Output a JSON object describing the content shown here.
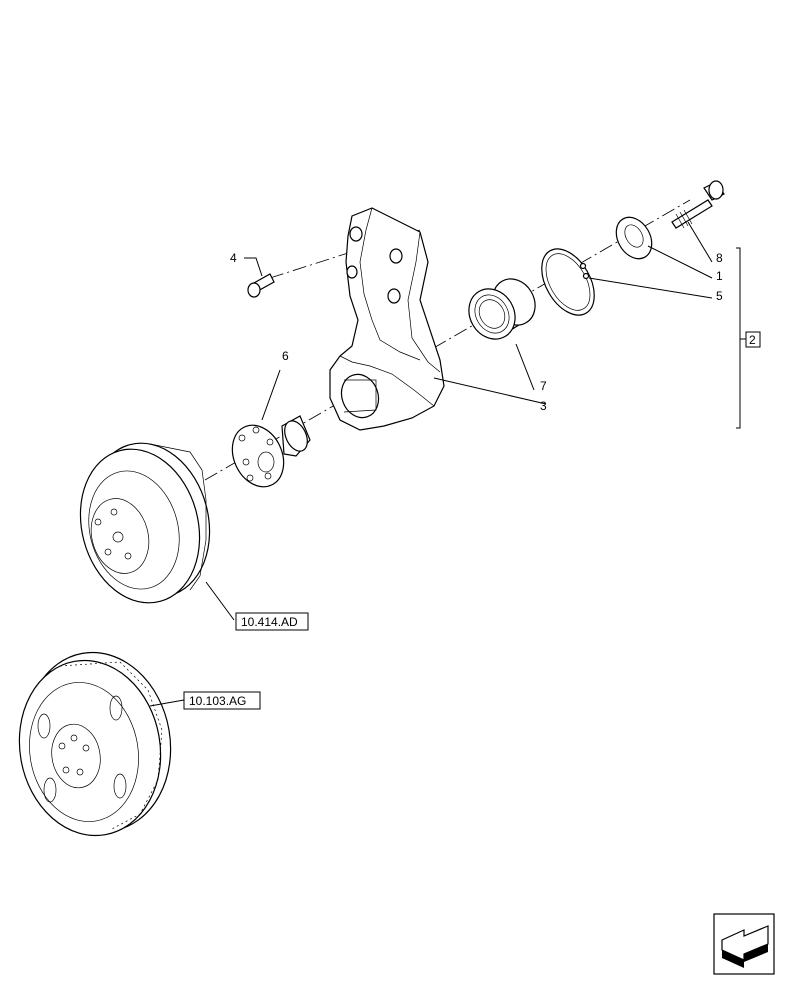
{
  "callouts": {
    "c1": "1",
    "c2": "2",
    "c3": "3",
    "c4": "4",
    "c5": "5",
    "c6": "6",
    "c7": "7",
    "c8": "8"
  },
  "references": {
    "pulley_ref": "10.414.AD",
    "damper_ref": "10.103.AG"
  },
  "icons": {
    "nav": "back-arrow-icon"
  }
}
